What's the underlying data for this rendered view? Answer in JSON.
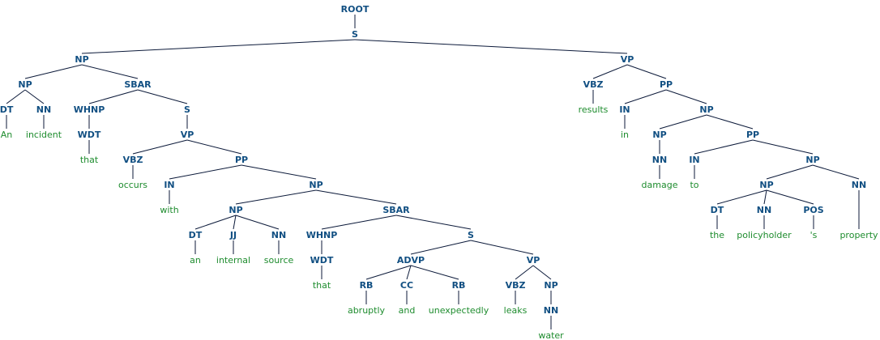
{
  "tree": [
    {
      "id": "n0",
      "label": "ROOT",
      "kind": "nt"
    },
    {
      "id": "n1",
      "label": "S",
      "kind": "nt",
      "parent": "n0"
    },
    {
      "id": "n2",
      "label": "NP",
      "kind": "nt",
      "parent": "n1"
    },
    {
      "id": "n3",
      "label": "VP",
      "kind": "nt",
      "parent": "n1"
    },
    {
      "id": "n4",
      "label": "NP",
      "kind": "nt",
      "parent": "n2"
    },
    {
      "id": "n5",
      "label": "SBAR",
      "kind": "nt",
      "parent": "n2"
    },
    {
      "id": "n6",
      "label": "DT",
      "kind": "nt",
      "parent": "n4"
    },
    {
      "id": "n7",
      "label": "NN",
      "kind": "nt",
      "parent": "n4"
    },
    {
      "id": "n8",
      "label": "An",
      "kind": "leaf",
      "parent": "n6"
    },
    {
      "id": "n9",
      "label": "incident",
      "kind": "leaf",
      "parent": "n7"
    },
    {
      "id": "n10",
      "label": "WHNP",
      "kind": "nt",
      "parent": "n5"
    },
    {
      "id": "n11",
      "label": "S",
      "kind": "nt",
      "parent": "n5"
    },
    {
      "id": "n12",
      "label": "WDT",
      "kind": "nt",
      "parent": "n10"
    },
    {
      "id": "n13",
      "label": "that",
      "kind": "leaf",
      "parent": "n12"
    },
    {
      "id": "n14",
      "label": "VP",
      "kind": "nt",
      "parent": "n11"
    },
    {
      "id": "n15",
      "label": "VBZ",
      "kind": "nt",
      "parent": "n14"
    },
    {
      "id": "n16",
      "label": "PP",
      "kind": "nt",
      "parent": "n14"
    },
    {
      "id": "n17",
      "label": "occurs",
      "kind": "leaf",
      "parent": "n15"
    },
    {
      "id": "n18",
      "label": "IN",
      "kind": "nt",
      "parent": "n16"
    },
    {
      "id": "n19",
      "label": "NP",
      "kind": "nt",
      "parent": "n16"
    },
    {
      "id": "n20",
      "label": "with",
      "kind": "leaf",
      "parent": "n18"
    },
    {
      "id": "n21",
      "label": "NP",
      "kind": "nt",
      "parent": "n19"
    },
    {
      "id": "n22",
      "label": "SBAR",
      "kind": "nt",
      "parent": "n19"
    },
    {
      "id": "n23",
      "label": "DT",
      "kind": "nt",
      "parent": "n21"
    },
    {
      "id": "n24",
      "label": "JJ",
      "kind": "nt",
      "parent": "n21"
    },
    {
      "id": "n25",
      "label": "NN",
      "kind": "nt",
      "parent": "n21"
    },
    {
      "id": "n26",
      "label": "an",
      "kind": "leaf",
      "parent": "n23"
    },
    {
      "id": "n27",
      "label": "internal",
      "kind": "leaf",
      "parent": "n24"
    },
    {
      "id": "n28",
      "label": "source",
      "kind": "leaf",
      "parent": "n25"
    },
    {
      "id": "n29",
      "label": "WHNP",
      "kind": "nt",
      "parent": "n22"
    },
    {
      "id": "n30",
      "label": "S",
      "kind": "nt",
      "parent": "n22"
    },
    {
      "id": "n31",
      "label": "WDT",
      "kind": "nt",
      "parent": "n29"
    },
    {
      "id": "n32",
      "label": "that",
      "kind": "leaf",
      "parent": "n31"
    },
    {
      "id": "n33",
      "label": "ADVP",
      "kind": "nt",
      "parent": "n30"
    },
    {
      "id": "n34",
      "label": "VP",
      "kind": "nt",
      "parent": "n30"
    },
    {
      "id": "n35",
      "label": "RB",
      "kind": "nt",
      "parent": "n33"
    },
    {
      "id": "n36",
      "label": "CC",
      "kind": "nt",
      "parent": "n33"
    },
    {
      "id": "n37",
      "label": "RB",
      "kind": "nt",
      "parent": "n33"
    },
    {
      "id": "n38",
      "label": "abruptly",
      "kind": "leaf",
      "parent": "n35"
    },
    {
      "id": "n39",
      "label": "and",
      "kind": "leaf",
      "parent": "n36"
    },
    {
      "id": "n40",
      "label": "unexpectedly",
      "kind": "leaf",
      "parent": "n37"
    },
    {
      "id": "n41",
      "label": "VBZ",
      "kind": "nt",
      "parent": "n34"
    },
    {
      "id": "n42",
      "label": "NP",
      "kind": "nt",
      "parent": "n34"
    },
    {
      "id": "n43",
      "label": "leaks",
      "kind": "leaf",
      "parent": "n41"
    },
    {
      "id": "n44",
      "label": "NN",
      "kind": "nt",
      "parent": "n42"
    },
    {
      "id": "n45",
      "label": "water",
      "kind": "leaf",
      "parent": "n44"
    },
    {
      "id": "n46",
      "label": "VBZ",
      "kind": "nt",
      "parent": "n3"
    },
    {
      "id": "n47",
      "label": "PP",
      "kind": "nt",
      "parent": "n3"
    },
    {
      "id": "n48",
      "label": "results",
      "kind": "leaf",
      "parent": "n46"
    },
    {
      "id": "n49",
      "label": "IN",
      "kind": "nt",
      "parent": "n47"
    },
    {
      "id": "n50",
      "label": "NP",
      "kind": "nt",
      "parent": "n47"
    },
    {
      "id": "n51",
      "label": "in",
      "kind": "leaf",
      "parent": "n49"
    },
    {
      "id": "n52",
      "label": "NP",
      "kind": "nt",
      "parent": "n50"
    },
    {
      "id": "n53",
      "label": "PP",
      "kind": "nt",
      "parent": "n50"
    },
    {
      "id": "n54",
      "label": "NN",
      "kind": "nt",
      "parent": "n52"
    },
    {
      "id": "n55",
      "label": "damage",
      "kind": "leaf",
      "parent": "n54"
    },
    {
      "id": "n56",
      "label": "IN",
      "kind": "nt",
      "parent": "n53"
    },
    {
      "id": "n57",
      "label": "NP",
      "kind": "nt",
      "parent": "n53"
    },
    {
      "id": "n58",
      "label": "to",
      "kind": "leaf",
      "parent": "n56"
    },
    {
      "id": "n59",
      "label": "NP",
      "kind": "nt",
      "parent": "n57"
    },
    {
      "id": "n60",
      "label": "NN",
      "kind": "nt",
      "parent": "n57"
    },
    {
      "id": "n61",
      "label": "DT",
      "kind": "nt",
      "parent": "n59"
    },
    {
      "id": "n62",
      "label": "NN",
      "kind": "nt",
      "parent": "n59"
    },
    {
      "id": "n63",
      "label": "POS",
      "kind": "nt",
      "parent": "n59"
    },
    {
      "id": "n64",
      "label": "the",
      "kind": "leaf",
      "parent": "n61"
    },
    {
      "id": "n65",
      "label": "policyholder",
      "kind": "leaf",
      "parent": "n62"
    },
    {
      "id": "n66",
      "label": "'s",
      "kind": "leaf",
      "parent": "n63"
    },
    {
      "id": "n67",
      "label": "property",
      "kind": "leaf",
      "parent": "n60"
    }
  ]
}
